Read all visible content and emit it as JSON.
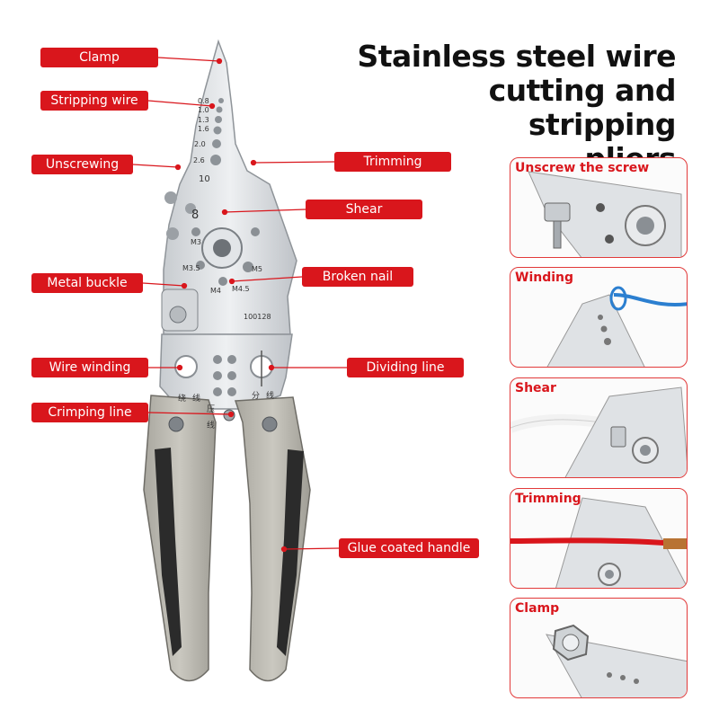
{
  "title": {
    "line1": "Stainless steel wire",
    "line2": "cutting and stripping",
    "line3": "pliers"
  },
  "labels": {
    "clamp": "Clamp",
    "stripping_wire": "Stripping wire",
    "unscrewing": "Unscrewing",
    "metal_buckle": "Metal buckle",
    "wire_winding": "Wire winding",
    "crimping_line": "Crimping line",
    "trimming": "Trimming",
    "shear": "Shear",
    "broken_nail": "Broken nail",
    "dividing_line": "Dividing line",
    "glue_coated_handle": "Glue coated handle"
  },
  "tool_markings": {
    "gauges": [
      "0.8",
      "1.0",
      "1.3",
      "1.6",
      "2.0",
      "2.6"
    ],
    "gauge_10": "10",
    "size_8": "8",
    "m3": "M3",
    "m35": "M3.5",
    "m4": "M4",
    "m45": "M4.5",
    "m5": "M5",
    "model": "100128",
    "rao": "绕",
    "xian1": "线",
    "ya": "压",
    "xian2": "线",
    "fen": "分",
    "xian3": "线"
  },
  "panels": [
    {
      "label": "Unscrew the screw"
    },
    {
      "label": "Winding"
    },
    {
      "label": "Shear"
    },
    {
      "label": "Trimming"
    },
    {
      "label": "Clamp"
    }
  ],
  "colors": {
    "accent_red": "#d9161c",
    "steel": "#d9dcdf",
    "handle_grey": "#b9b7ae",
    "handle_dark": "#2b2b2b"
  }
}
